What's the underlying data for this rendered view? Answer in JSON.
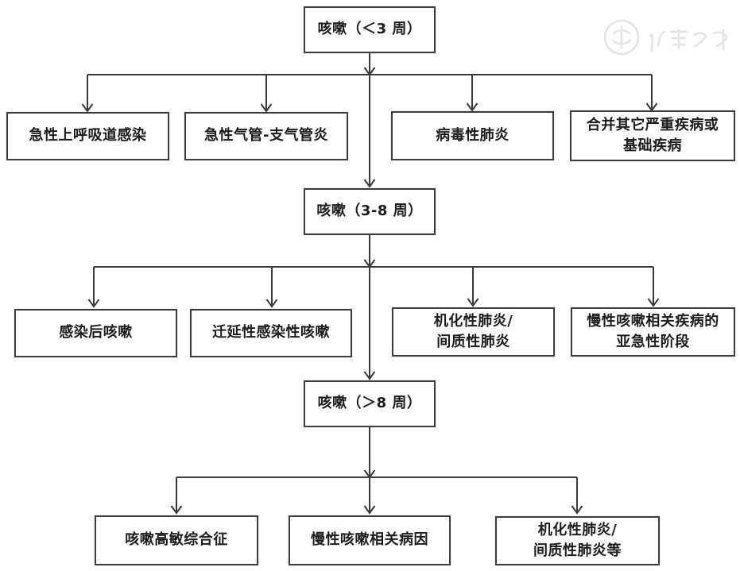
{
  "colors": {
    "background": "#ffffff",
    "line": "#3a3a3a",
    "box_border": "#3d3d3d",
    "text": "#1c1c1c",
    "watermark": "#e4e4e4"
  },
  "nodes": [
    {
      "id": "cough_lt_3w",
      "label": "咳嗽（＜3 周）"
    },
    {
      "id": "acute_uri",
      "label": "急性上呼吸道感染"
    },
    {
      "id": "acute_tracheobronchitis",
      "label": "急性气管-支气管炎"
    },
    {
      "id": "viral_pneumonia",
      "label": "病毒性肺炎"
    },
    {
      "id": "comorbid_severe_disease",
      "label": "合并其它严重疾病或\n基础疾病"
    },
    {
      "id": "cough_3_8w",
      "label": "咳嗽（3-8 周）"
    },
    {
      "id": "post_infectious_cough",
      "label": "感染后咳嗽"
    },
    {
      "id": "protracted_infectious_cough",
      "label": "迁延性感染性咳嗽"
    },
    {
      "id": "organizing_interstitial_pneumonia",
      "label": "机化性肺炎/\n间质性肺炎"
    },
    {
      "id": "chronic_cough_subacute_stage",
      "label": "慢性咳嗽相关疾病的\n亚急性阶段"
    },
    {
      "id": "cough_gt_8w",
      "label": "咳嗽（＞8 周）"
    },
    {
      "id": "cough_hypersensitivity_syndrome",
      "label": "咳嗽高敏综合征"
    },
    {
      "id": "chronic_cough_related_causes",
      "label": "慢性咳嗽相关病因"
    },
    {
      "id": "organizing_interstitial_pneumonia_etc",
      "label": "机化性肺炎/\n间质性肺炎等"
    }
  ],
  "edges": [
    {
      "from": "咳嗽（＜3 周）",
      "to": [
        "急性上呼吸道感染",
        "急性气管-支气管炎",
        "病毒性肺炎",
        "合并其它严重疾病或基础疾病",
        "咳嗽（3-8 周）"
      ]
    },
    {
      "from": "咳嗽（3-8 周）",
      "to": [
        "感染后咳嗽",
        "迁延性感染性咳嗽",
        "机化性肺炎/间质性肺炎",
        "慢性咳嗽相关疾病的亚急性阶段",
        "咳嗽（＞8 周）"
      ]
    },
    {
      "from": "咳嗽（＞8 周）",
      "to": [
        "咳嗽高敏综合征",
        "慢性咳嗽相关病因",
        "机化性肺炎/间质性肺炎等"
      ]
    }
  ]
}
